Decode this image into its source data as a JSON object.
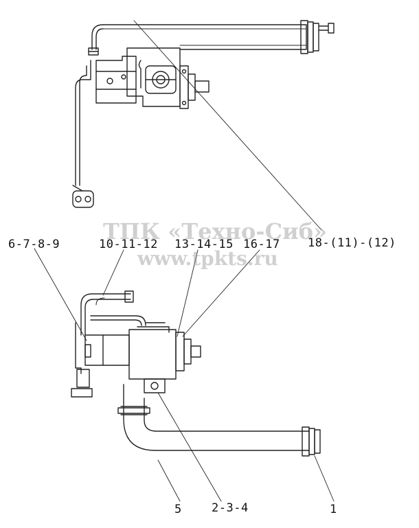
{
  "watermark": {
    "line1": "ТПК «Техно-Сиб»",
    "line2": "www.tpkts.ru"
  },
  "callouts": {
    "c1": "6-7-8-9",
    "c2": "10-11-12",
    "c3": "13-14-15",
    "c4": "16-17",
    "c5": "18-(11)-(12)",
    "c6": "5",
    "c7": "2-3-4",
    "c8": "1"
  }
}
